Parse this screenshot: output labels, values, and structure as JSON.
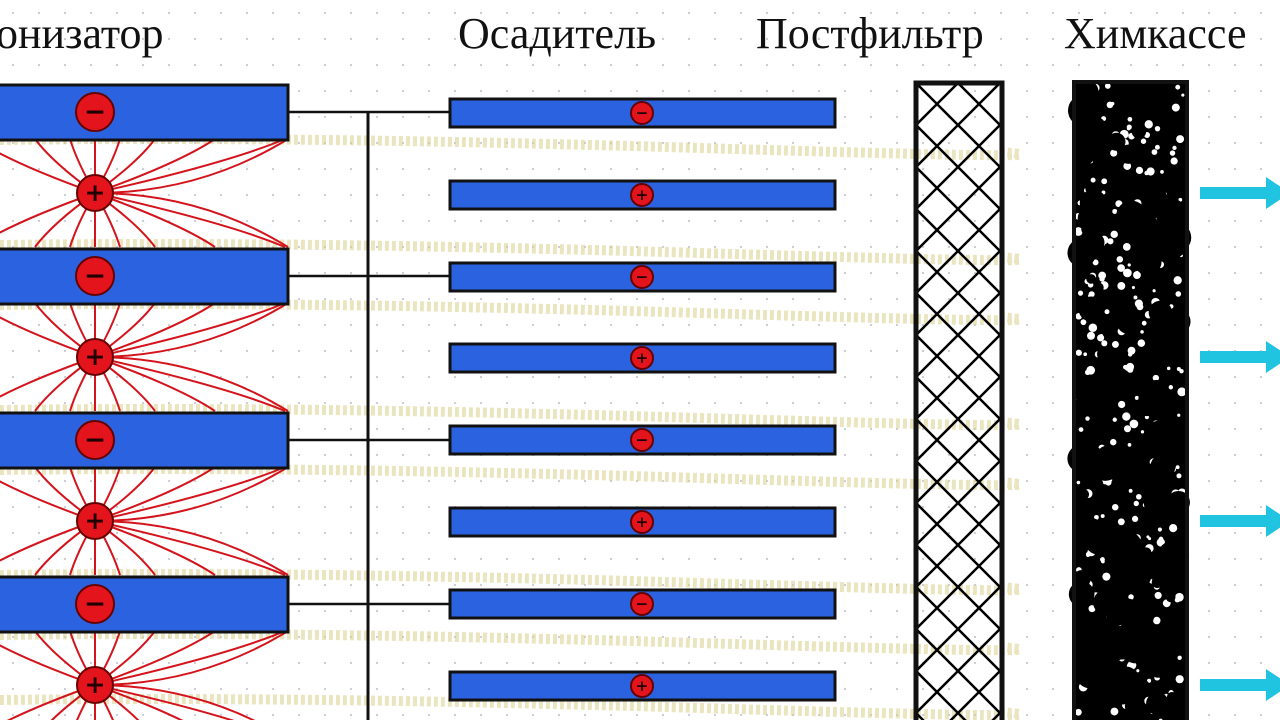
{
  "labels": {
    "ionizer": "онизатор",
    "precipitator": "Осадитель",
    "postfilter": "Постфильтр",
    "chem_cassette": "Химкассе"
  },
  "signs": {
    "negative": "−",
    "positive": "+"
  },
  "colors": {
    "plate": "#2a62e0",
    "charge": "#e3141c",
    "field_line": "#d4141c",
    "dust": "#d8cf8a",
    "arrow": "#20c4e0"
  }
}
